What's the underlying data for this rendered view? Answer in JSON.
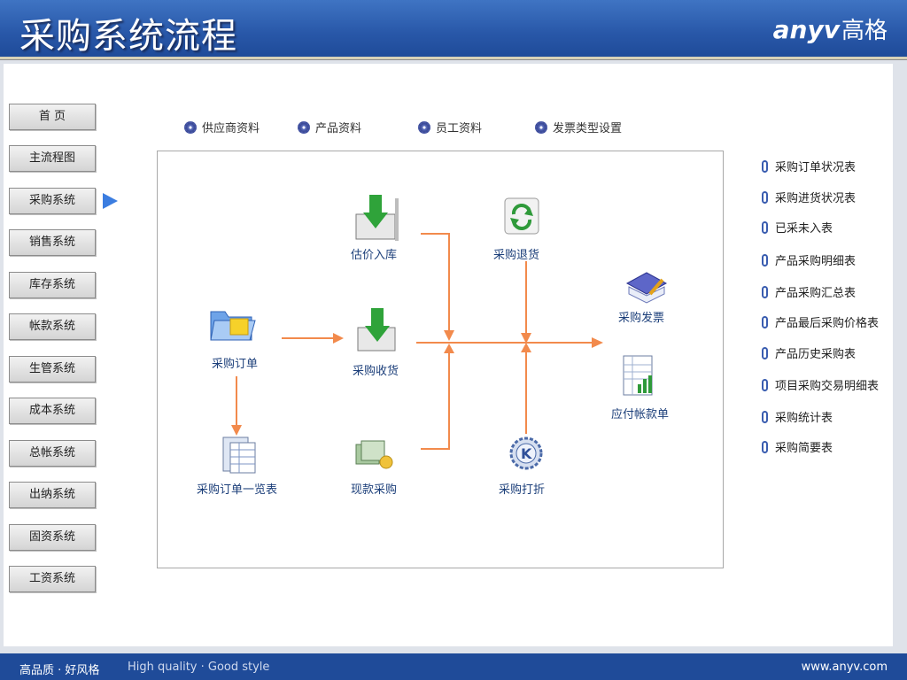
{
  "header": {
    "title": "采购系统流程",
    "logo_text": "anyv",
    "logo_cn": "高格"
  },
  "footer": {
    "left": "高品质 · 好风格",
    "slogan": "High quality · Good style",
    "url": "www.anyv.com"
  },
  "nav": [
    "首 页",
    "主流程图",
    "采购系统",
    "销售系统",
    "库存系统",
    "帐款系统",
    "生管系统",
    "成本系统",
    "总帐系统",
    "出纳系统",
    "固资系统",
    "工资系统"
  ],
  "top_links": [
    "供应商资料",
    "产品资料",
    "员工资料",
    "发票类型设置"
  ],
  "flow": {
    "purchase_order": "采购订单",
    "order_list": "采购订单一览表",
    "estimate_in": "估价入库",
    "receive": "采购收货",
    "cash_purchase": "现款采购",
    "return": "采购退货",
    "discount": "采购打折",
    "invoice": "采购发票",
    "payable": "应付帐款单"
  },
  "reports": [
    "采购订单状况表",
    "采购进货状况表",
    "已采未入表",
    "产品采购明细表",
    "产品采购汇总表",
    "产品最后采购价格表",
    "产品历史采购表",
    "项目采购交易明细表",
    "采购统计表",
    "采购简要表"
  ],
  "colors": {
    "header": "#2857a8",
    "footer": "#1f4b99",
    "arrow": "#f28a4c",
    "nav_active_arrow": "#3b7de0"
  }
}
